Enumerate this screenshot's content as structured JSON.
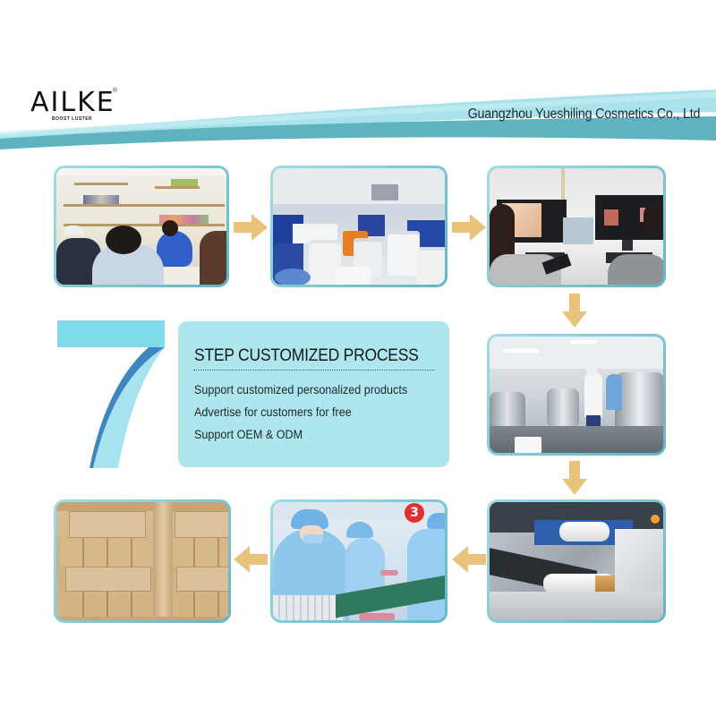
{
  "header": {
    "logo": {
      "wordmark": "AILKE",
      "registered": "®",
      "tagline": "BOOST LUSTER"
    },
    "company_name": "Guangzhou Yueshiling Cosmetics Co., Ltd"
  },
  "colors": {
    "swoosh_light": "#a9e2ea",
    "swoosh_dark": "#5fb2bf",
    "card_border": "#7ccad5",
    "info_panel": "#aee6ee",
    "arrow": "#e9c27c",
    "seven_light": "#7fdbe9",
    "seven_mid": "#a6e3ee",
    "seven_dark": "#3d86c0",
    "badge": "#e0302f"
  },
  "big_number": "7",
  "info_panel": {
    "title": "STEP CUSTOMIZED PROCESS",
    "lines": [
      "Support customized personalized products",
      "Advertise for customers for free",
      "Support OEM & ODM"
    ]
  },
  "steps": [
    {
      "id": 1,
      "scene": "showroom-consultation"
    },
    {
      "id": 2,
      "scene": "raw-material-warehouse"
    },
    {
      "id": 3,
      "scene": "packaging-design"
    },
    {
      "id": 4,
      "scene": "mixing-production"
    },
    {
      "id": 5,
      "scene": "filling-machine"
    },
    {
      "id": 6,
      "scene": "manual-packing",
      "badge": "3"
    },
    {
      "id": 7,
      "scene": "carton-storage"
    }
  ],
  "arrows": [
    "right",
    "right",
    "down",
    "down",
    "left",
    "left"
  ]
}
